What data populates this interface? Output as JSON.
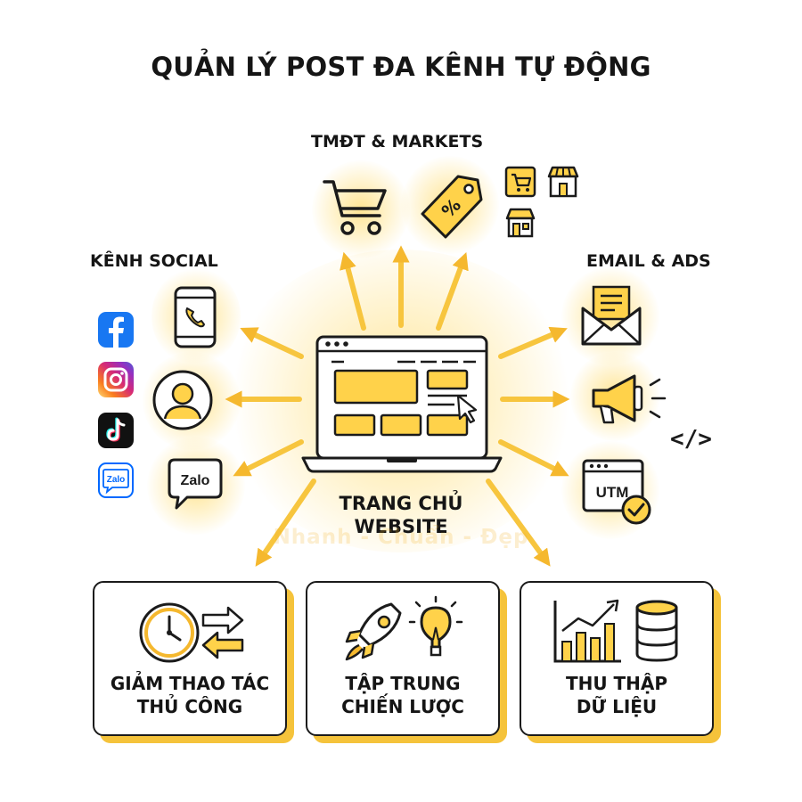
{
  "title": "QUẢN LÝ POST ĐA KÊNH TỰ ĐỘNG",
  "groups": {
    "ecommerce": "TMĐT & MARKETS",
    "social": "KÊNH SOCIAL",
    "email_ads": "EMAIL & ADS"
  },
  "center": {
    "line1": "TRANG CHỦ",
    "line2": "WEBSITE"
  },
  "watermark": "Nhanh - Chuẩn - Đẹp",
  "icons": {
    "zalo_bubble": "Zalo",
    "zalo_logo": "Zalo",
    "utm": "UTM",
    "code": "</>",
    "percent": "%"
  },
  "colors": {
    "accent": "#F5B82E",
    "accent_light": "#FFD84D",
    "outline": "#1B1B1B",
    "facebook": "#1877F2",
    "tiktok": "#111111",
    "zalo": "#0068FF"
  },
  "cards": [
    {
      "line1": "GIẢM THAO TÁC",
      "line2": "THỦ CÔNG"
    },
    {
      "line1": "TẬP TRUNG",
      "line2": "CHIẾN LƯỢC"
    },
    {
      "line1": "THU THẬP",
      "line2": "DỮ LIỆU"
    }
  ]
}
